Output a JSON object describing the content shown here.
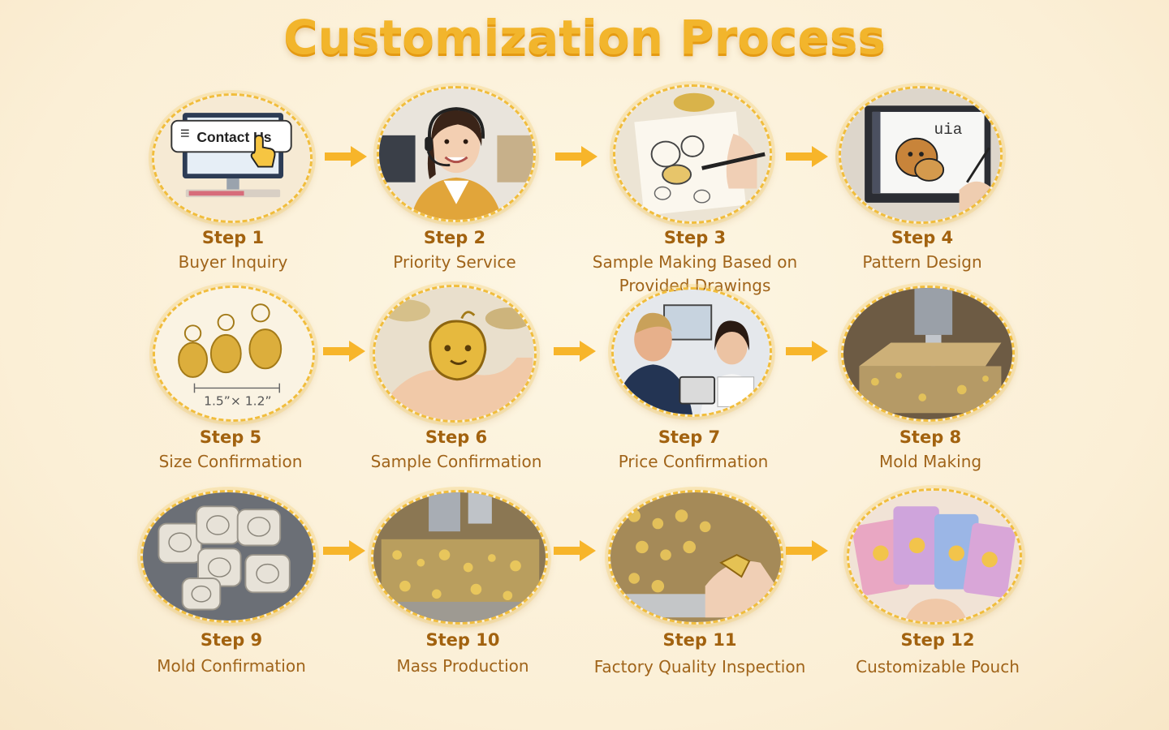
{
  "title": "Customization Process",
  "colors": {
    "accent": "#f2b52c",
    "label": "#a2620f",
    "arrow": "#f7b52a",
    "ring": "#f1bd3c"
  },
  "steps": [
    {
      "label": "Step 1",
      "desc": [
        "Buyer Inquiry"
      ],
      "art": "contact-us-screen",
      "art_text": "Contact Us"
    },
    {
      "label": "Step 2",
      "desc": [
        "Priority Service"
      ],
      "art": "service-agent"
    },
    {
      "label": "Step 3",
      "desc": [
        "Sample Making Based on",
        "Provided Drawings"
      ],
      "art": "sketch-drawing"
    },
    {
      "label": "Step 4",
      "desc": [
        "Pattern Design"
      ],
      "art": "tablet-design",
      "art_text": "uia"
    },
    {
      "label": "Step 5",
      "desc": [
        "Size Confirmation"
      ],
      "art": "keychain-sizes",
      "art_text": "1.5”× 1.2”"
    },
    {
      "label": "Step 6",
      "desc": [
        "Sample Confirmation"
      ],
      "art": "sample-in-hand"
    },
    {
      "label": "Step 7",
      "desc": [
        "Price Confirmation"
      ],
      "art": "price-meeting"
    },
    {
      "label": "Step 8",
      "desc": [
        "Mold Making"
      ],
      "art": "cnc-mold"
    },
    {
      "label": "Step 9",
      "desc": [
        "Mold Confirmation"
      ],
      "art": "molds"
    },
    {
      "label": "Step 10",
      "desc": [
        "Mass Production"
      ],
      "art": "mass-production"
    },
    {
      "label": "Step 11",
      "desc": [
        "Factory Quality Inspection"
      ],
      "art": "quality-inspection"
    },
    {
      "label": "Step 12",
      "desc": [
        "Customizable Pouch"
      ],
      "art": "pouches"
    }
  ]
}
